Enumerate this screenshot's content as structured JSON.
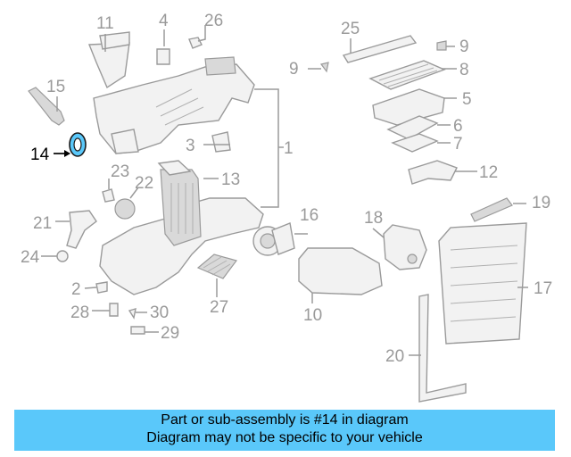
{
  "callouts": {
    "c1": "1",
    "c2": "2",
    "c3": "3",
    "c4": "4",
    "c5": "5",
    "c6": "6",
    "c7": "7",
    "c8": "8",
    "c9a": "9",
    "c9b": "9",
    "c10": "10",
    "c11": "11",
    "c12": "12",
    "c13": "13",
    "c14": "14",
    "c15": "15",
    "c16": "16",
    "c17": "17",
    "c18": "18",
    "c19": "19",
    "c20": "20",
    "c21": "21",
    "c22": "22",
    "c23": "23",
    "c24": "24",
    "c25": "25",
    "c26": "26",
    "c27": "27",
    "c28": "28",
    "c29": "29",
    "c30": "30"
  },
  "highlight": {
    "part_number": "14",
    "color": "#5ac8fa"
  },
  "banner": {
    "line1": "Part or sub-assembly is #14 in diagram",
    "line2": "Diagram may not be specific to your vehicle",
    "background": "#5ac8fa"
  }
}
